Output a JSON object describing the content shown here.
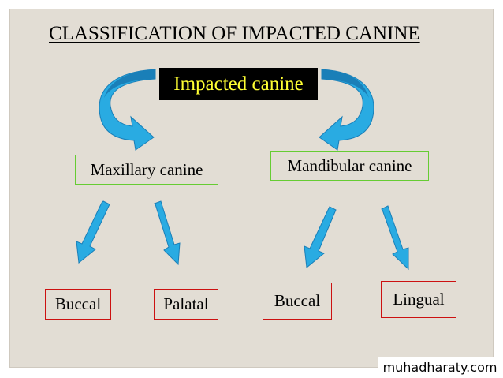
{
  "title": "CLASSIFICATION OF IMPACTED CANINE",
  "root": {
    "label": "Impacted canine"
  },
  "categories": [
    {
      "label": "Maxillary canine",
      "children": [
        "Buccal",
        "Palatal"
      ]
    },
    {
      "label": "Mandibular canine",
      "children": [
        "Buccal",
        "Lingual"
      ]
    }
  ],
  "watermark": "muhadharaty.com",
  "colors": {
    "background": "#e2ddd4",
    "root_box": "#000000",
    "root_text": "#ffff33",
    "category_border": "#66cc33",
    "leaf_border": "#cc1111",
    "arrow_fill": "#29abe2",
    "arrow_dark": "#1a7fb8"
  },
  "icons": [
    "curved-arrow-icon",
    "straight-arrow-icon"
  ]
}
